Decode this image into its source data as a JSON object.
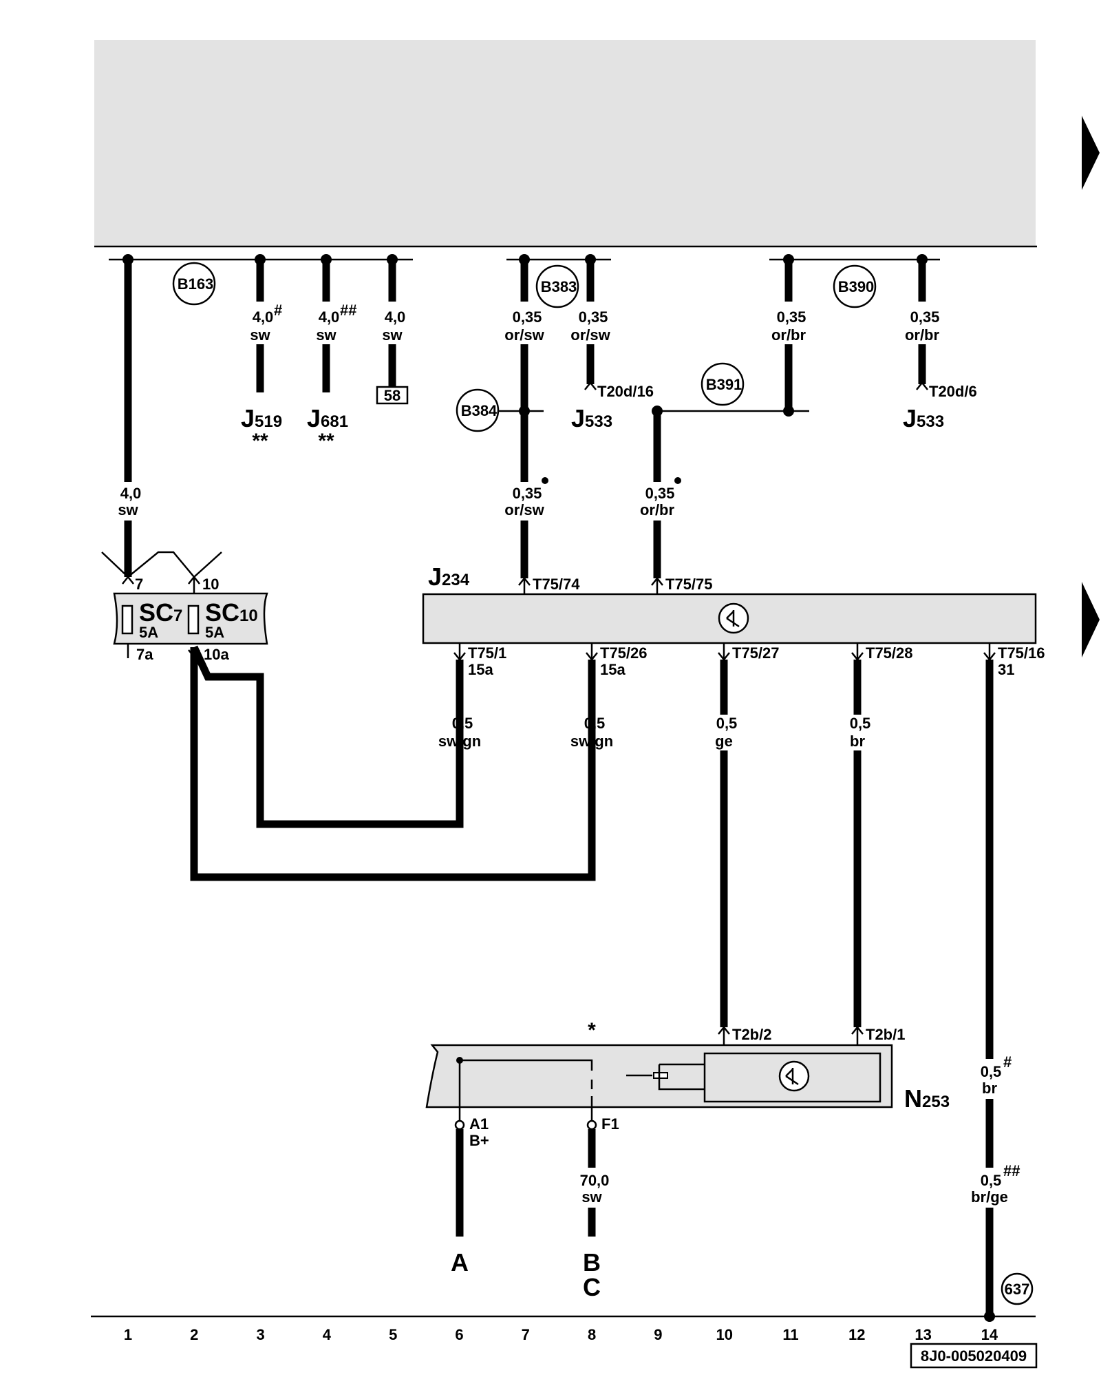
{
  "relays": {
    "B163": "B163",
    "B383": "B383",
    "B384": "B384",
    "B390": "B390",
    "B391": "B391",
    "p637": "637"
  },
  "wires": {
    "w1": {
      "gauge": "4,0",
      "color": "sw"
    },
    "w3": {
      "gauge": "4,0",
      "sup": "#",
      "color": "sw"
    },
    "w4": {
      "gauge": "4,0",
      "sup": "##",
      "color": "sw"
    },
    "w5": {
      "gauge": "4,0",
      "color": "sw"
    },
    "w7top": {
      "gauge": "0,35",
      "color": "or/sw"
    },
    "w8top": {
      "gauge": "0,35",
      "color": "or/sw"
    },
    "w11top": {
      "gauge": "0,35",
      "color": "or/br"
    },
    "w13top": {
      "gauge": "0,35",
      "color": "or/br"
    },
    "w7mid": {
      "gauge": "0,35",
      "color": "or/sw"
    },
    "w9mid": {
      "gauge": "0,35",
      "color": "or/br"
    },
    "w6low": {
      "gauge": "0,5",
      "color": "sw/gn"
    },
    "w8low": {
      "gauge": "0,5",
      "color": "sw/gn"
    },
    "w10low": {
      "gauge": "0,5",
      "color": "ge"
    },
    "w12low": {
      "gauge": "0,5",
      "color": "br"
    },
    "w14a": {
      "gauge": "0,5",
      "sup": "#",
      "color": "br"
    },
    "w14b": {
      "gauge": "0,5",
      "sup": "##",
      "color": "br/ge"
    },
    "w8bot": {
      "gauge": "70,0",
      "color": "sw"
    }
  },
  "components": {
    "J519": {
      "main": "J",
      "sub": "519",
      "note": "**"
    },
    "J681": {
      "main": "J",
      "sub": "681",
      "note": "**"
    },
    "J533a": {
      "main": "J",
      "sub": "533"
    },
    "J533b": {
      "main": "J",
      "sub": "533"
    },
    "J234": {
      "main": "J",
      "sub": "234"
    },
    "N253": {
      "main": "N",
      "sub": "253"
    },
    "SC7": {
      "main": "SC",
      "sub": "7",
      "rating": "5A"
    },
    "SC10": {
      "main": "SC",
      "sub": "10",
      "rating": "5A"
    },
    "term58": "58",
    "star": "*"
  },
  "pins": {
    "sc_in7": "7",
    "sc_in10": "10",
    "sc_out7a": "7a",
    "sc_out10a": "10a",
    "t20d16": "T20d/16",
    "t20d6": "T20d/6",
    "t7574": "T75/74",
    "t7575": "T75/75",
    "t751": "T75/1",
    "t751sub": "15a",
    "t7526": "T75/26",
    "t7526sub": "15a",
    "t7527": "T75/27",
    "t7528": "T75/28",
    "t7516": "T75/16",
    "t7516sub": "31",
    "t2b2": "T2b/2",
    "t2b1": "T2b/1",
    "a1": "A1",
    "a1sub": "B+",
    "f1": "F1"
  },
  "continuations": {
    "A": "A",
    "B": "B",
    "C": "C"
  },
  "scale": [
    "1",
    "2",
    "3",
    "4",
    "5",
    "6",
    "7",
    "8",
    "9",
    "10",
    "11",
    "12",
    "13",
    "14"
  ],
  "drawing_number": "8J0-005020409"
}
